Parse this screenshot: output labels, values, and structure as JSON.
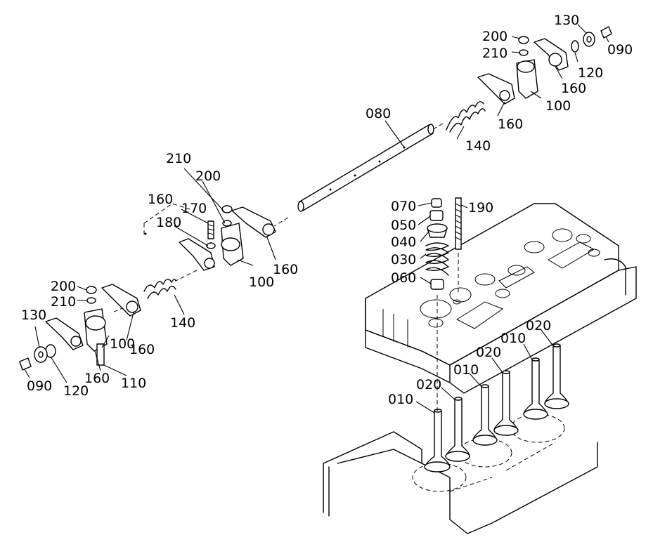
{
  "labels": {
    "l010a": "010",
    "l010b": "010",
    "l010c": "010",
    "l020a": "020",
    "l020b": "020",
    "l020c": "020",
    "l030": "030",
    "l040": "040",
    "l050": "050",
    "l060": "060",
    "l070": "070",
    "l080": "080",
    "l090a": "090",
    "l090b": "090",
    "l100a": "100",
    "l100b": "100",
    "l100c": "100",
    "l110": "110",
    "l120a": "120",
    "l120b": "120",
    "l130a": "130",
    "l130b": "130",
    "l140a": "140",
    "l140b": "140",
    "l160a": "160",
    "l160b": "160",
    "l160c": "160",
    "l160d": "160",
    "l160e": "160",
    "l160f": "160",
    "l170": "170",
    "l180": "180",
    "l190": "190",
    "l200a": "200",
    "l200b": "200",
    "l200c": "200",
    "l210a": "210",
    "l210b": "210",
    "l210c": "210"
  }
}
